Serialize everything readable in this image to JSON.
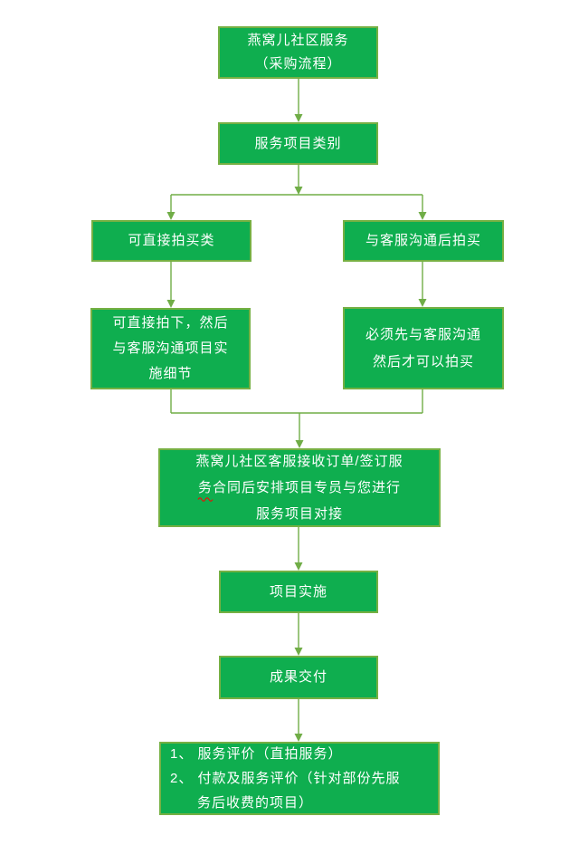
{
  "theme": {
    "page_bg": "#FFFFFF",
    "box_fill": "#0FAE4F",
    "box_border": "#76B043",
    "connector_color": "#70AD47",
    "text_color": "#FFFFFF",
    "spellcheck_squiggle_color": "#FF0000"
  },
  "flowchart": {
    "title_box": {
      "line1": "燕窝儿社区服务",
      "line2": "（采购流程）"
    },
    "category_box": {
      "label": "服务项目类别"
    },
    "direct_buy_box": {
      "label": "可直接拍买类"
    },
    "contact_first_box": {
      "label": "与客服沟通后拍买"
    },
    "direct_detail_box": {
      "line1": "可直接拍下，然后",
      "line2": "与客服沟通项目实",
      "line3": "施细节"
    },
    "contact_detail_box": {
      "line1": "必须先与客服沟通",
      "line2": "然后才可以拍买"
    },
    "order_box": {
      "line1": "燕窝儿社区客服接收订单/签订服",
      "line2": "务合同后安排项目专员与您进行",
      "line3": "服务项目对接"
    },
    "implementation_box": {
      "label": "项目实施"
    },
    "delivery_box": {
      "label": "成果交付"
    },
    "evaluation_box": {
      "item1": "1、 服务评价（直拍服务）",
      "item2_line1": "2、 付款及服务评价（针对部份先服",
      "item2_line2": "务后收费的项目）"
    }
  }
}
